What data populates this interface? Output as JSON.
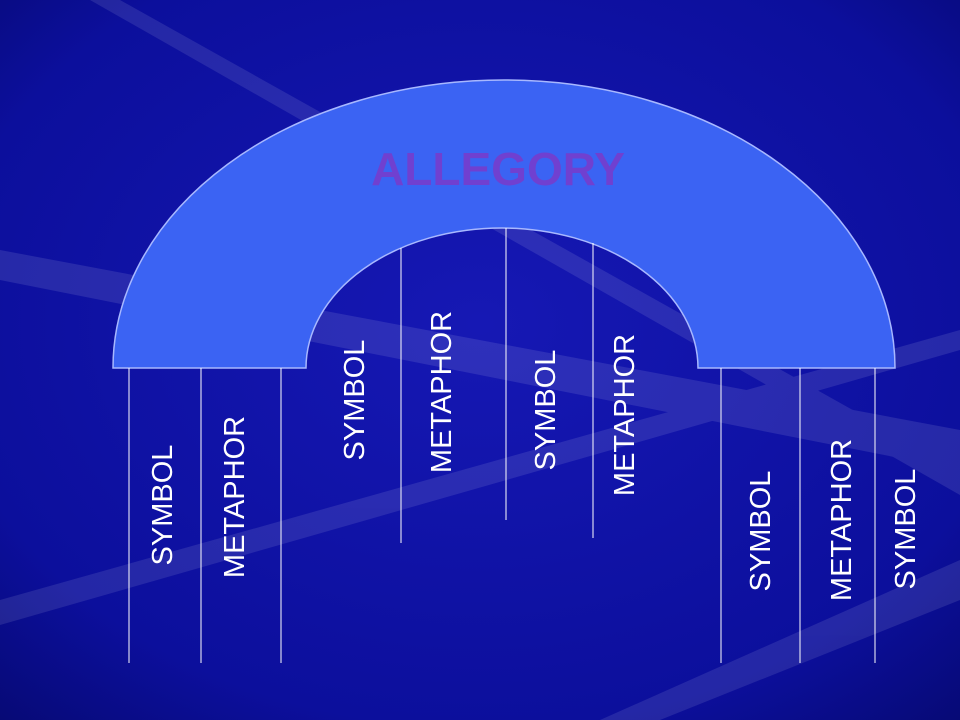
{
  "diagram": {
    "title": "ALLEGORY",
    "colors": {
      "background": "#0c0f9c",
      "background_dark": "#05086a",
      "arch_fill": "#3b63f3",
      "arch_stroke": "#a8b8ff",
      "title_text": "#7040d0",
      "line": "#ffffff",
      "label_text": "#ffffff"
    },
    "pillars": [
      {
        "label": "SYMBOL"
      },
      {
        "label": "METAPHOR"
      },
      {
        "label": "SYMBOL"
      },
      {
        "label": "METAPHOR"
      },
      {
        "label": "SYMBOL"
      },
      {
        "label": "METAPHOR"
      },
      {
        "label": "SYMBOL"
      },
      {
        "label": "METAPHOR"
      },
      {
        "label": "SYMBOL"
      }
    ]
  }
}
